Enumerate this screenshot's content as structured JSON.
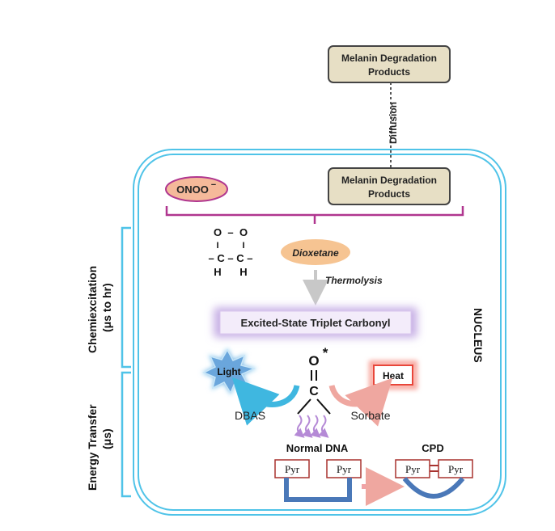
{
  "top_box": {
    "line1": "Melanin Degradation",
    "line2": "Products"
  },
  "diffusion_label": "Diffusion",
  "onoo": {
    "text": "ONOO",
    "charge": "−"
  },
  "inner_box": {
    "line1": "Melanin Degradation",
    "line2": "Products"
  },
  "dioxetane_struct": {
    "row1_o1": "O",
    "row1_dash": "–",
    "row1_o2": "O",
    "row2_bond1": "I",
    "row2_bond2": "I",
    "row3": "– C – C –",
    "row4_h1": "H",
    "row4_h2": "H"
  },
  "dioxetane_label": "Dioxetane",
  "thermolysis_label": "Thermolysis",
  "triplet_label": "Excited-State Triplet Carbonyl",
  "carbonyl": {
    "o": "O",
    "star": "*",
    "double_bond": "=",
    "c": "C"
  },
  "light_label": "Light",
  "heat_label": "Heat",
  "dbas_label": "DBAS",
  "sorbate_label": "Sorbate",
  "normal_dna_label": "Normal DNA",
  "cpd_label": "CPD",
  "pyr_label": "Pyr",
  "nucleus_label": "NUCLEUS",
  "chemiexcitation": {
    "line1": "Chemiexcitation",
    "line2": "(μs to hr)"
  },
  "energy_transfer": {
    "line1": "Energy Transfer",
    "line2": "(μs)"
  },
  "colors": {
    "cell_border": "#4fc3e8",
    "magenta": "#b0368f",
    "onoo_fill": "#f5b99a",
    "dioxetane_fill": "#f6c492",
    "box_fill": "#e7dfc5",
    "light_fill": "#5b9bd5",
    "heat_border": "#e8463a",
    "dna_blue": "#4a78b8",
    "pyr_border": "#a8322f",
    "triplet_glow": "#b79ad8"
  }
}
